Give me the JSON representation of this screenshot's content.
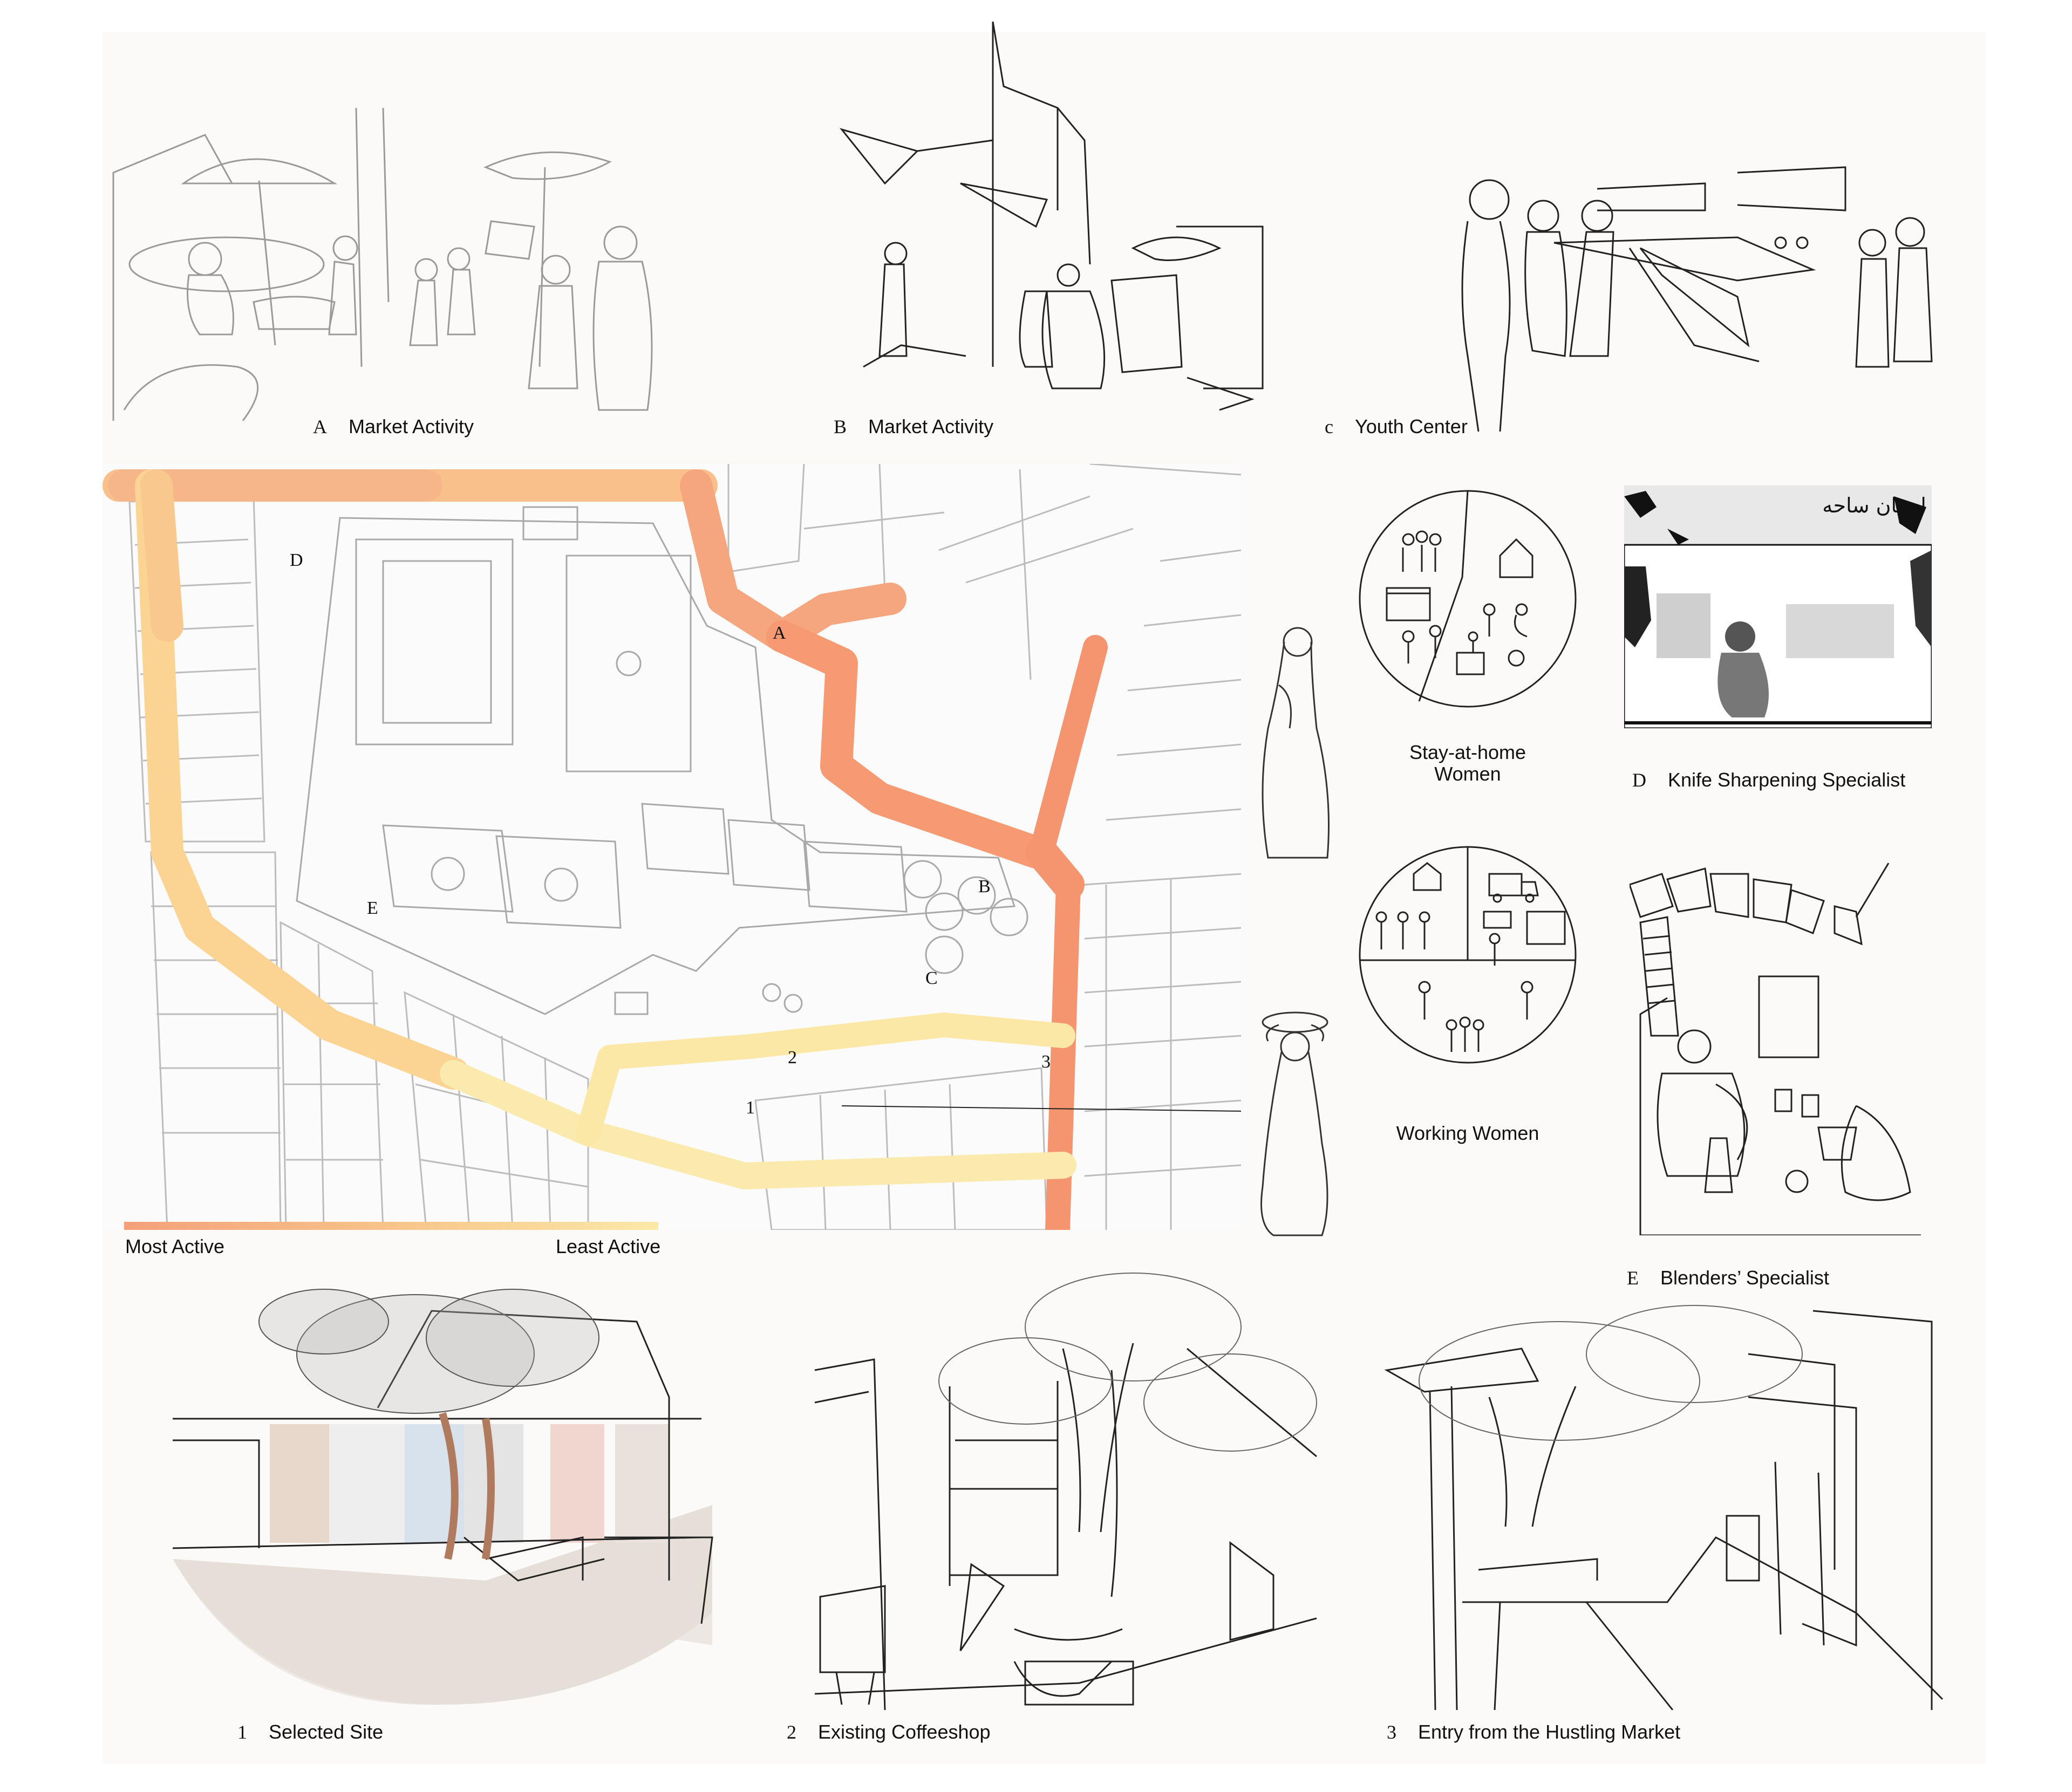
{
  "captions": {
    "a": {
      "letter": "A",
      "title": "Market Activity"
    },
    "b": {
      "letter": "B",
      "title": "Market Activity"
    },
    "c": {
      "letter": "c",
      "title": "Youth Center"
    },
    "d": {
      "letter": "D",
      "title": "Knife Sharpening Specialist"
    },
    "e": {
      "letter": "E",
      "title": "Blenders’ Specialist"
    },
    "s1": {
      "letter": "1",
      "title": "Selected Site"
    },
    "s2": {
      "letter": "2",
      "title": "Existing Coffeeshop"
    },
    "s3": {
      "letter": "3",
      "title": "Entry from the Hustling Market"
    }
  },
  "groups": {
    "stay_at_home": [
      "Stay-at-home",
      "Women"
    ],
    "working": "Working Women"
  },
  "map": {
    "labels": [
      "A",
      "B",
      "C",
      "D",
      "E",
      "1",
      "2",
      "3"
    ],
    "legend": {
      "most": "Most Active",
      "least": "Least Active"
    },
    "colors": {
      "most": "#f4a07a",
      "mid": "#f8c48a",
      "least": "#fbe9a8"
    }
  },
  "sign_text": "اسنان ساحه"
}
